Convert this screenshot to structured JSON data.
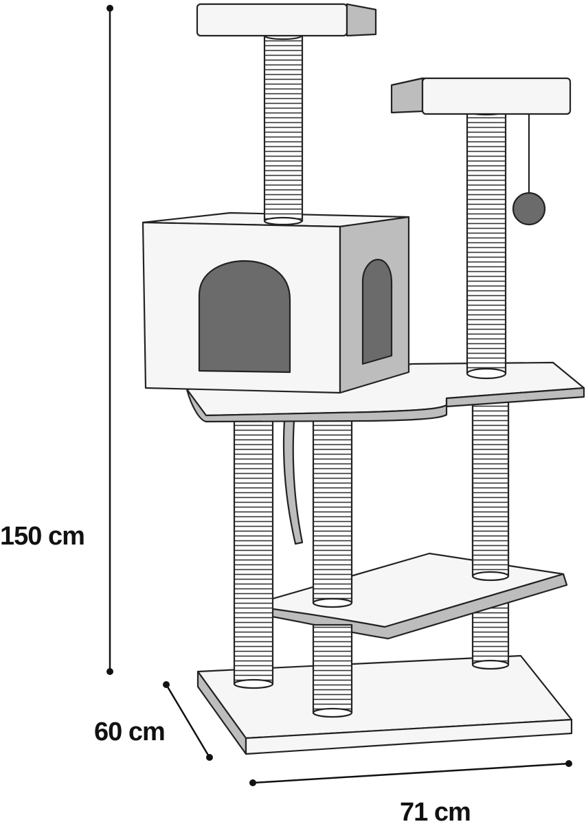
{
  "dimensions": {
    "height_label": "150 cm",
    "depth_label": "60 cm",
    "width_label": "71 cm"
  },
  "colors": {
    "outline": "#222222",
    "light_fill": "#f6f6f6",
    "mid_fill": "#bdbdbd",
    "dark_fill": "#6b6b6b",
    "rope_fill": "#ffffff"
  }
}
